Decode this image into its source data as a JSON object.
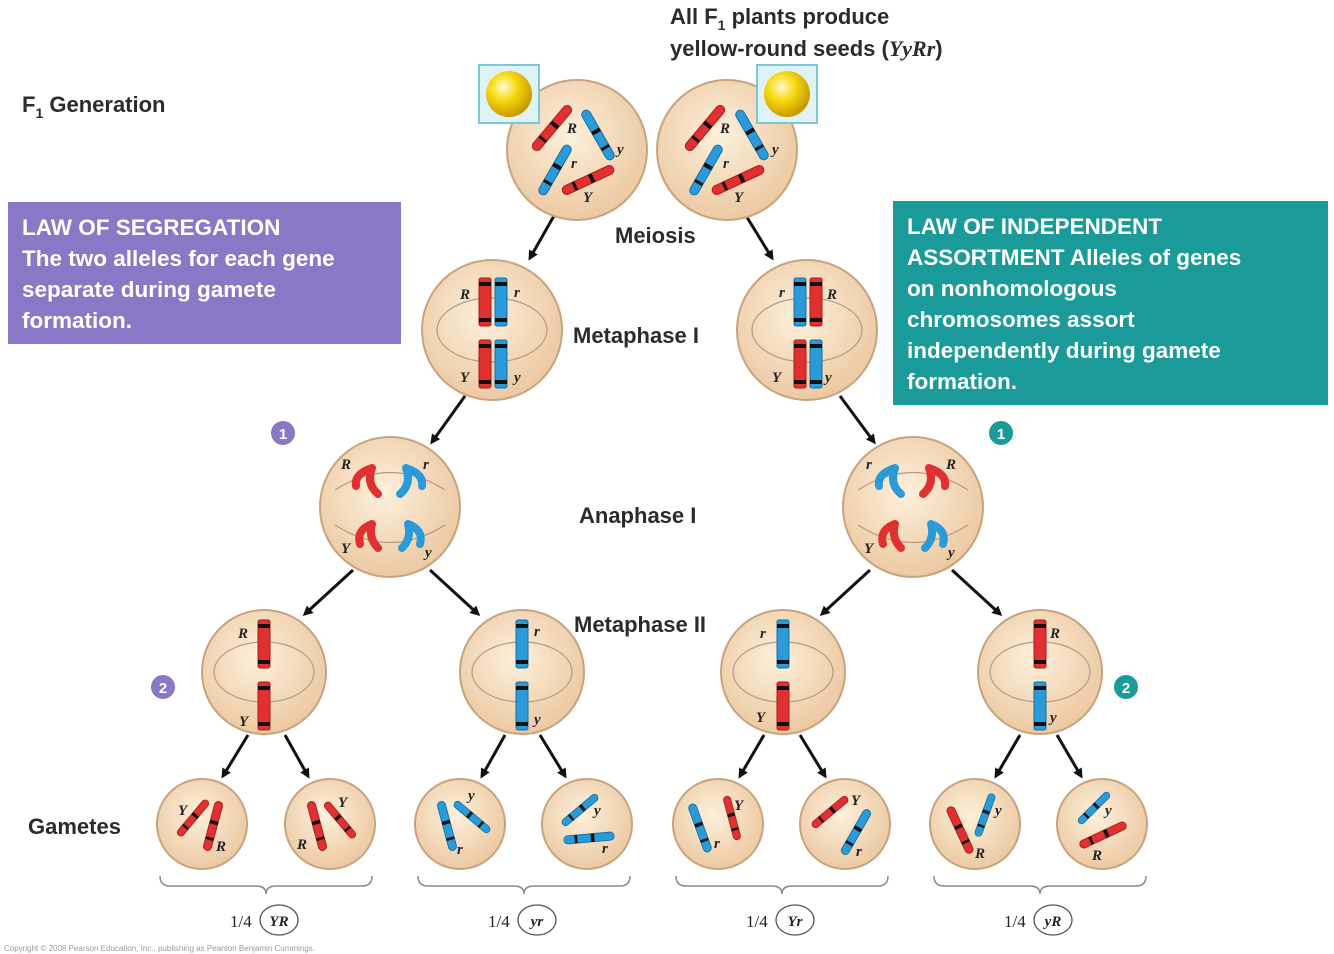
{
  "header": {
    "f1_line1": "All F",
    "f1_sub": "1",
    "f1_line1_end": " plants produce",
    "f1_line2": "yellow-round seeds (",
    "f1_genotype": "YyRr",
    "f1_line2_end": ")"
  },
  "labels": {
    "f1_generation": "F",
    "f1_generation_sub": "1",
    "f1_generation_end": " Generation",
    "meiosis": "Meiosis",
    "metaphase1": "Metaphase I",
    "anaphase1": "Anaphase I",
    "metaphase2": "Metaphase II",
    "gametes": "Gametes"
  },
  "law_segregation": {
    "title": "LAW OF SEGREGATION",
    "body_lines": [
      "The two alleles for each gene",
      "separate during gamete",
      "formation."
    ]
  },
  "law_independent": {
    "title": "LAW OF INDEPENDENT",
    "body_lines": [
      "ASSORTMENT Alleles of genes",
      "on nonhomologous",
      "chromosomes assort",
      "independently during gamete",
      "formation."
    ]
  },
  "steps": {
    "step1": "1",
    "step2": "2"
  },
  "alleles": {
    "R": "R",
    "r": "r",
    "Y": "Y",
    "y": "y"
  },
  "gamete_groups": [
    {
      "fraction": "1/4",
      "genotype": "YR"
    },
    {
      "fraction": "1/4",
      "genotype": "yr"
    },
    {
      "fraction": "1/4",
      "genotype": "Yr"
    },
    {
      "fraction": "1/4",
      "genotype": "yR"
    }
  ],
  "copyright": "Copyright © 2008 Pearson Education, Inc., publishing as Pearson Benjamin Cummings.",
  "colors": {
    "segregation": "#8a78c7",
    "independent": "#1a9b9a",
    "red_chromosome": "#e03030",
    "blue_chromosome": "#2a9bd8",
    "cell_fill": "#f7e2c6",
    "cell_stroke": "#c9a27e",
    "seed": "#f5d200"
  }
}
